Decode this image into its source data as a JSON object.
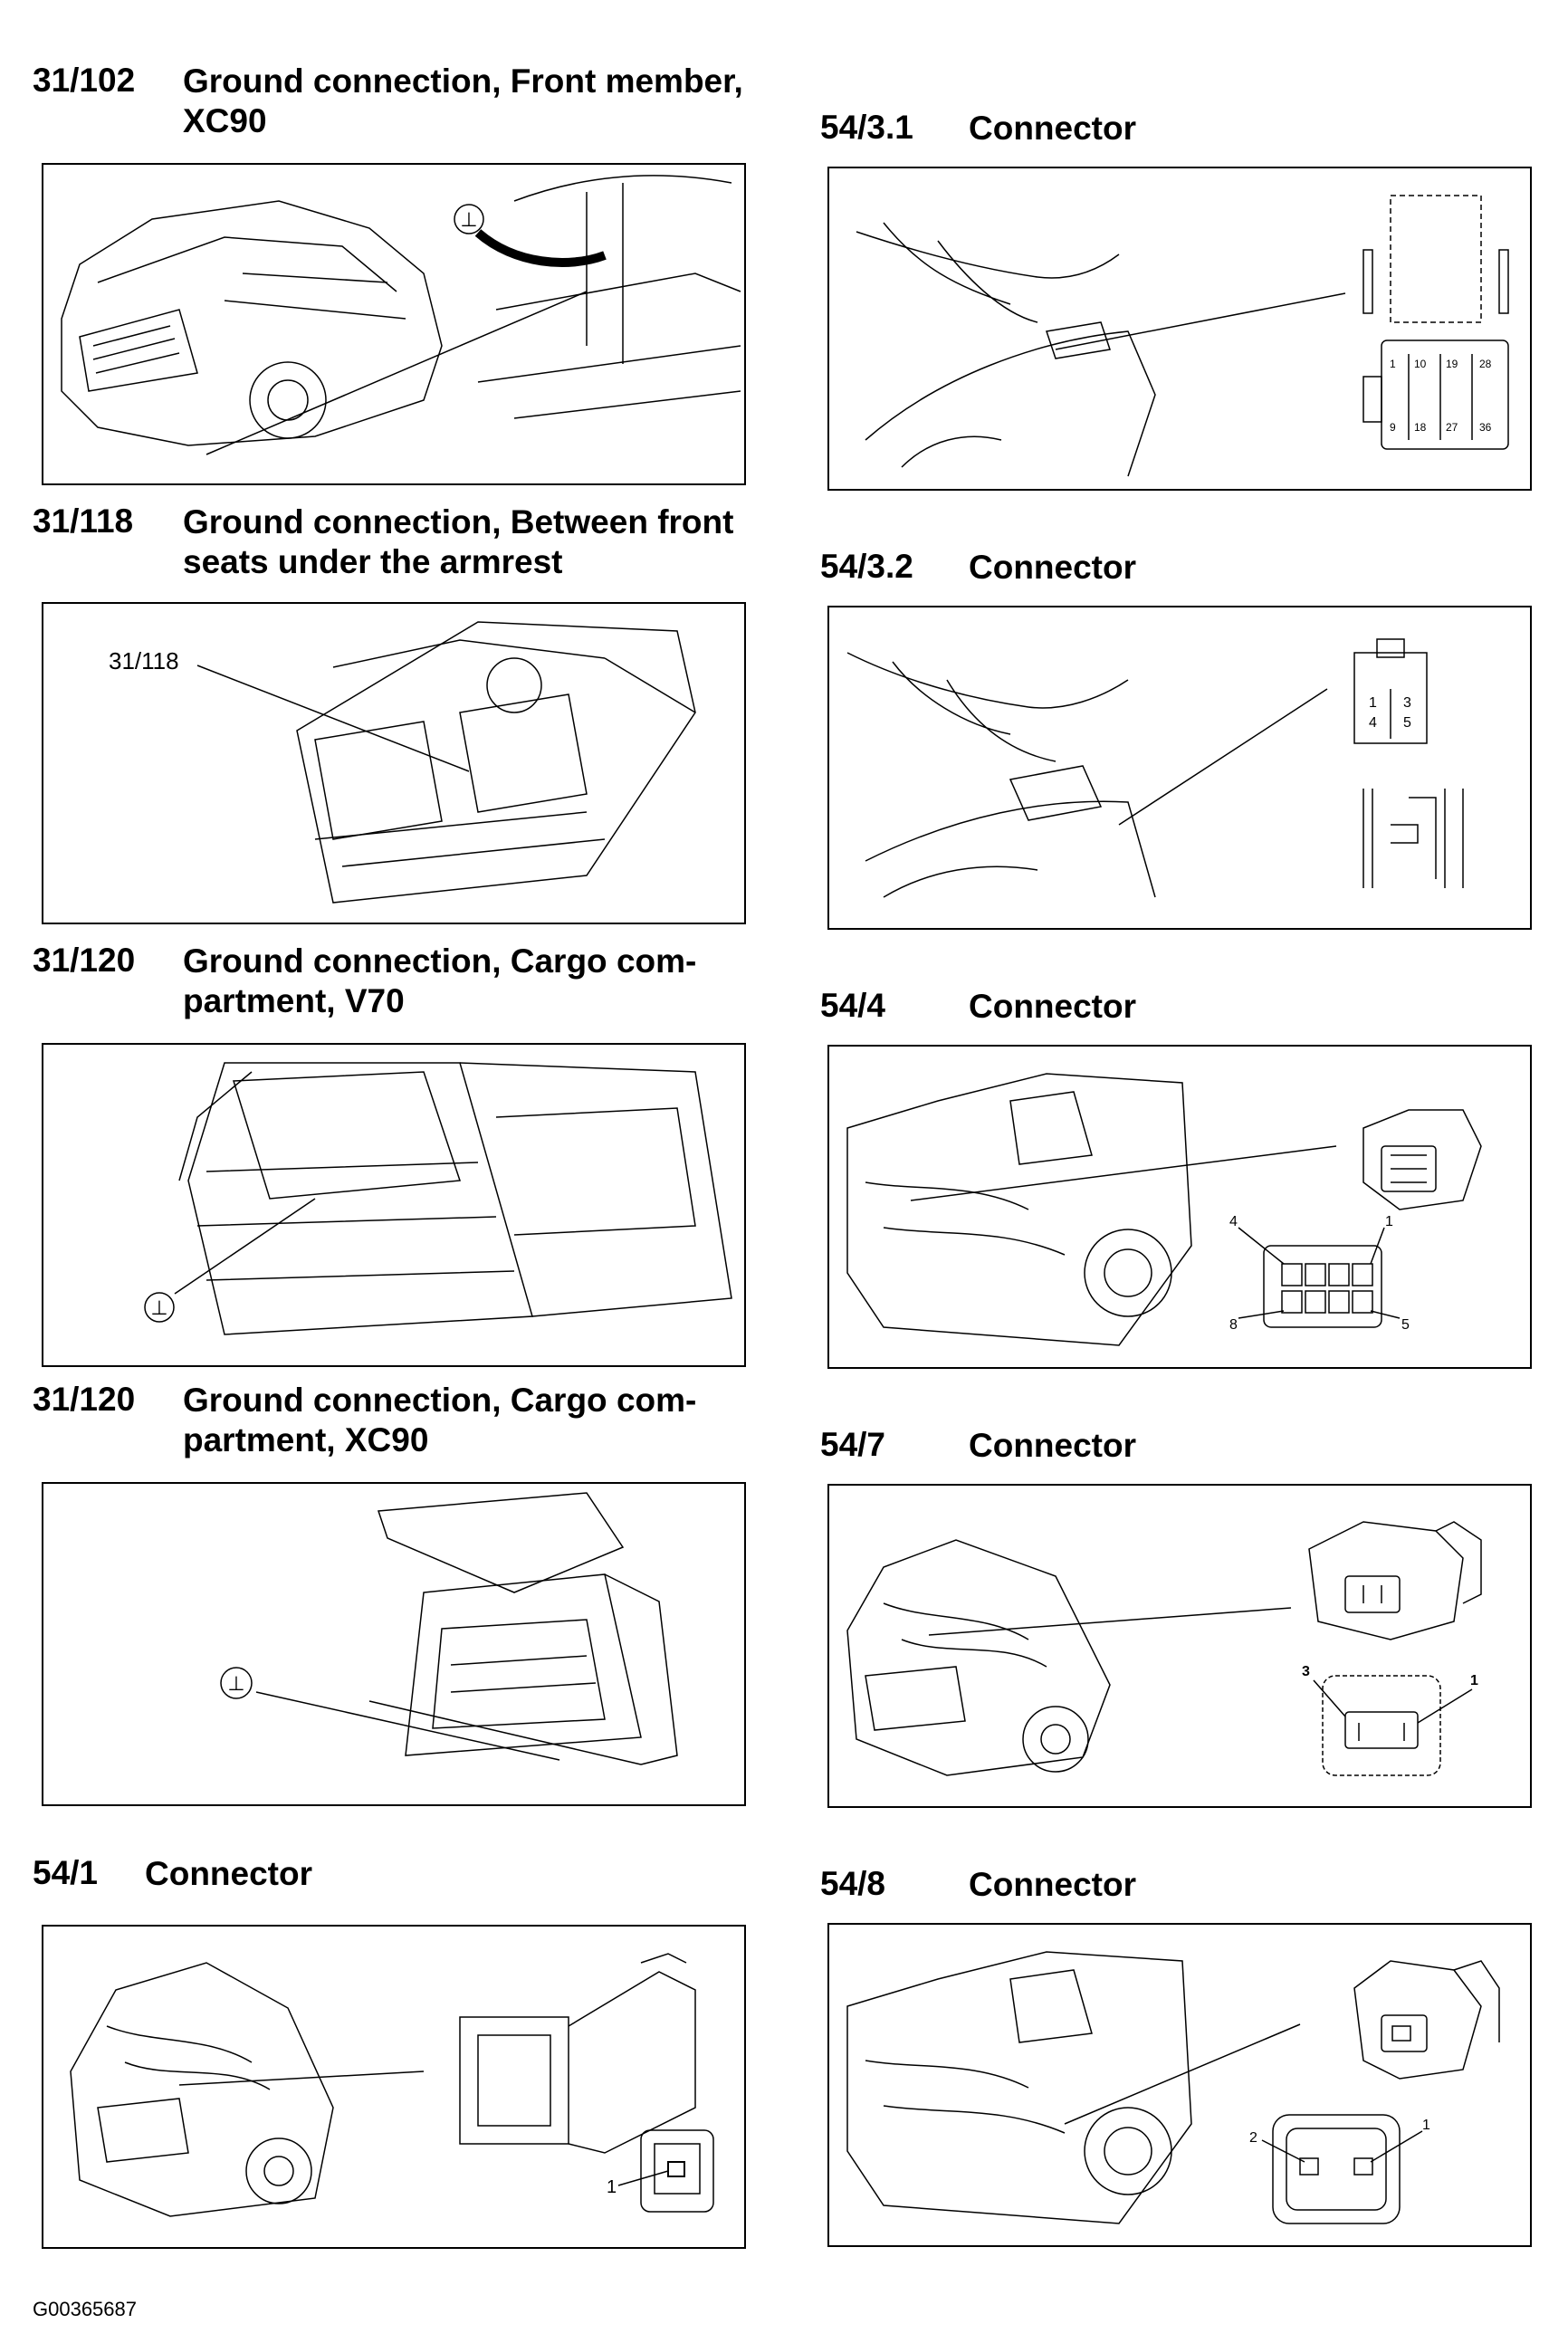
{
  "entries": [
    {
      "code": "31/102",
      "title": [
        "Ground connection, Front member,",
        "XC90"
      ]
    },
    {
      "code": "31/118",
      "title": [
        "Ground connection, Between front",
        "seats under the armrest"
      ],
      "callout": "31/118"
    },
    {
      "code": "31/120",
      "title": [
        "Ground connection, Cargo com-",
        "partment, V70"
      ]
    },
    {
      "code": "31/120",
      "title": [
        "Ground connection, Cargo com-",
        "partment, XC90"
      ]
    },
    {
      "code": "54/1",
      "title": [
        "Connector"
      ],
      "pins": [
        "1"
      ]
    },
    {
      "code": "54/3.1",
      "title": [
        "Connector"
      ],
      "pins": [
        "1",
        "10",
        "19",
        "28",
        "9",
        "18",
        "27",
        "36"
      ]
    },
    {
      "code": "54/3.2",
      "title": [
        "Connector"
      ],
      "pins": [
        "1",
        "3",
        "4",
        "5"
      ]
    },
    {
      "code": "54/4",
      "title": [
        "Connector"
      ],
      "pins": [
        "4",
        "1",
        "8",
        "5"
      ]
    },
    {
      "code": "54/7",
      "title": [
        "Connector"
      ],
      "pins": [
        "3",
        "1"
      ]
    },
    {
      "code": "54/8",
      "title": [
        "Connector"
      ],
      "pins": [
        "2",
        "1"
      ]
    }
  ],
  "ground_symbol": "⊥",
  "document_id": "G00365687"
}
